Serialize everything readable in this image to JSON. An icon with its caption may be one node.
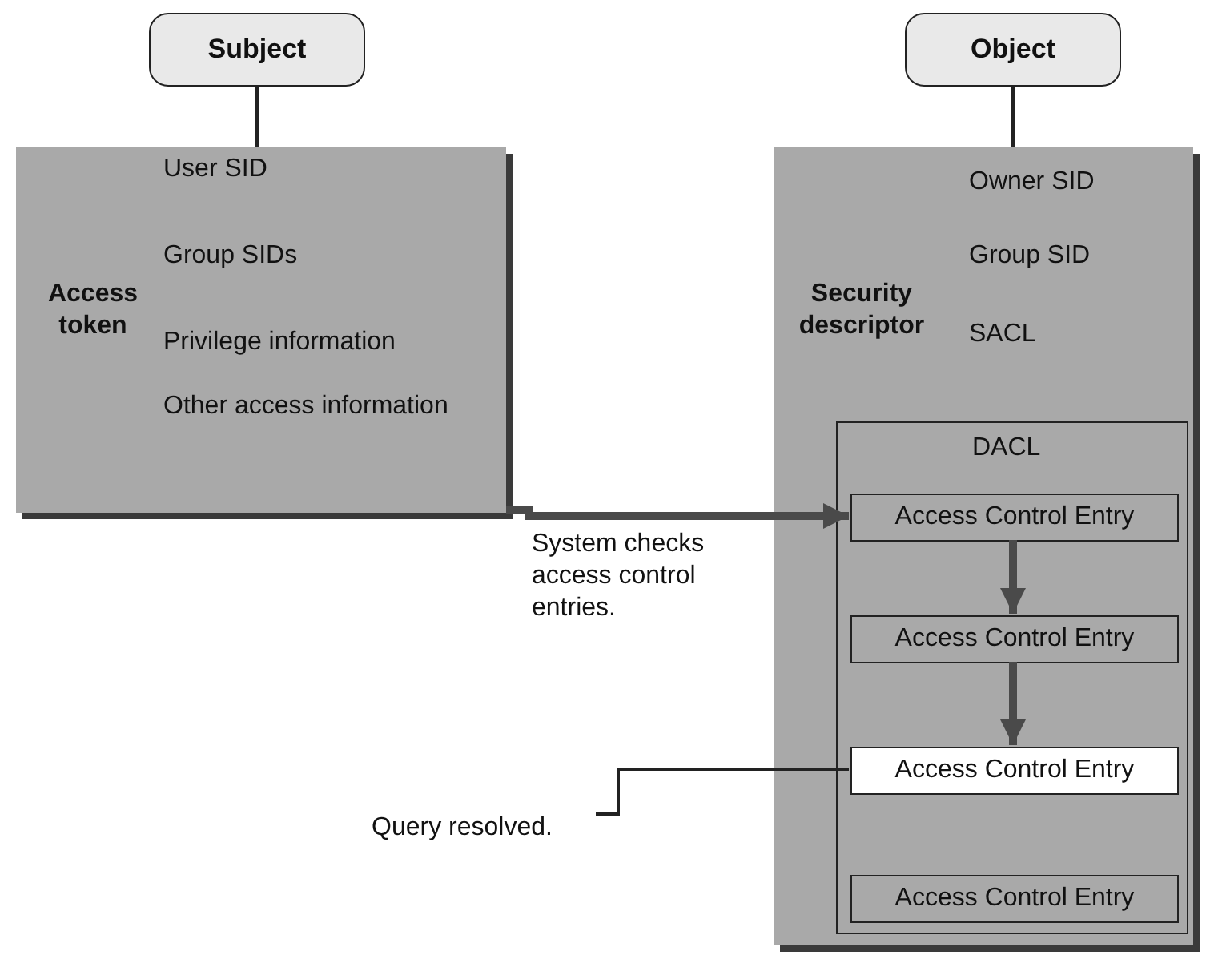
{
  "diagram": {
    "nodes": [
      {
        "text": [
          "Subject"
        ]
      },
      {
        "text": [
          "Access token",
          "User SID",
          "Group SIDs",
          "Privilege information",
          "Other access information"
        ]
      },
      {
        "text": [
          "Object"
        ]
      },
      {
        "text": [
          "Security descriptor",
          "Owner SID",
          "Group SID",
          "SACL"
        ]
      },
      {
        "text": [
          "DACL"
        ],
        "in": 3
      },
      {
        "text": [
          "Access Control Entry"
        ],
        "in": 4
      },
      {
        "text": [
          "Access Control Entry"
        ],
        "in": 4
      },
      {
        "text": [
          "Access Control Entry"
        ],
        "in": 4
      },
      {
        "text": [
          "Access Control Entry"
        ],
        "in": 4
      },
      {
        "text": [
          "Query resolved."
        ]
      }
    ],
    "edges": [
      {
        "from": 0,
        "to": 1,
        "arrow": "none"
      },
      {
        "from": 2,
        "to": 3,
        "arrow": "none"
      },
      {
        "from": 1,
        "to": 5,
        "arrow": "to",
        "label": "System checks access control entries.",
        "style": "thick"
      },
      {
        "from": 5,
        "to": 6,
        "arrow": "to",
        "style": "thick"
      },
      {
        "from": 6,
        "to": 7,
        "arrow": "to",
        "style": "thick"
      },
      {
        "from": 9,
        "to": 7,
        "arrow": "none"
      }
    ]
  }
}
